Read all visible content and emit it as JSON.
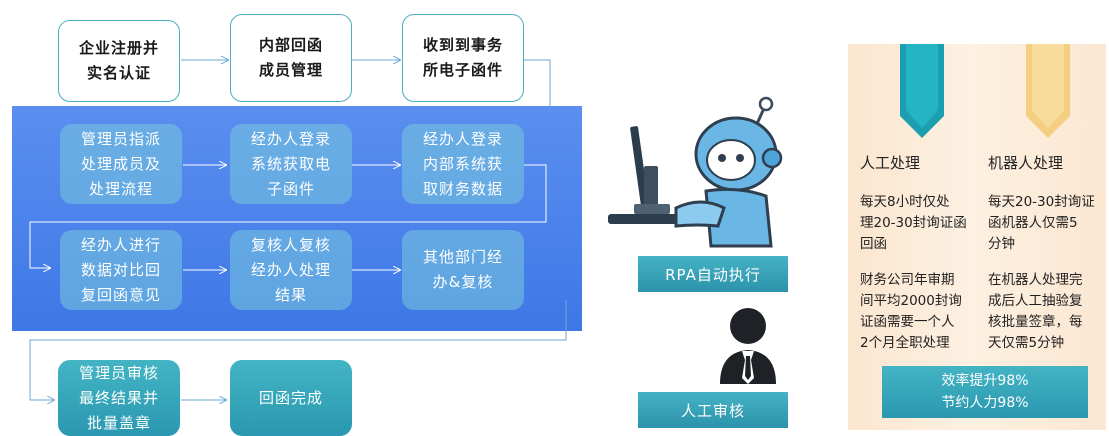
{
  "flow": {
    "boxes": [
      {
        "id": "b1",
        "text": "企业注册并\n实名认证"
      },
      {
        "id": "b2",
        "text": "内部回函\n成员管理"
      },
      {
        "id": "b3",
        "text": "收到到事务\n所电子函件"
      },
      {
        "id": "b4",
        "text": "管理员指派\n处理成员及\n处理流程"
      },
      {
        "id": "b5",
        "text": "经办人登录\n系统获取电\n子函件"
      },
      {
        "id": "b6",
        "text": "经办人登录\n内部系统获\n取财务数据"
      },
      {
        "id": "b7",
        "text": "经办人进行\n数据对比回\n复回函意见"
      },
      {
        "id": "b8",
        "text": "复核人复核\n经办人处理\n结果"
      },
      {
        "id": "b9",
        "text": "其他部门经\n办&复核"
      },
      {
        "id": "b10",
        "text": "管理员审核\n最终结果并\n批量盖章"
      },
      {
        "id": "b11",
        "text": "回函完成"
      }
    ]
  },
  "middle": {
    "rpa_label": "RPA自动执行",
    "manual_label": "人工审核"
  },
  "comparison": {
    "col1": {
      "header": "人工处理",
      "row1": "每天8小时仅处\n理20-30封询证函\n回函",
      "row2": "财务公司年审期\n间平均2000封询\n证函需要一个人\n2个月全职处理"
    },
    "col2": {
      "header": "机器人处理",
      "row1": "每天20-30封询证\n函机器人仅需5\n分钟",
      "row2": "在机器人处理完\n成后人工抽验复\n核批量签章，每\n天仅需5分钟"
    },
    "summary_line1": "效率提升98%",
    "summary_line2": "节约人力98%"
  },
  "colors": {
    "teal": "#2ba7b8",
    "blue_panel": "#4a82ea",
    "peach": "#fbe6cf",
    "gold": "#f7d58a"
  }
}
